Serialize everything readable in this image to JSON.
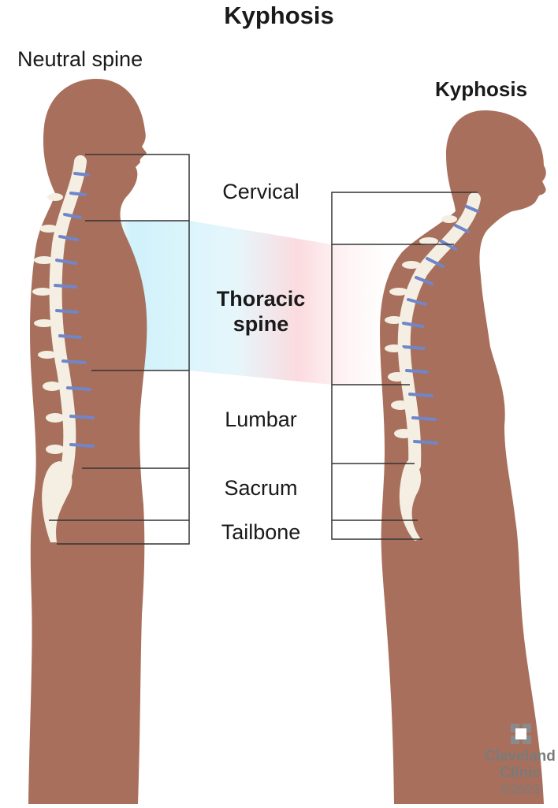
{
  "title": "Kyphosis",
  "figures": {
    "left_label": "Neutral spine",
    "right_label": "Kyphosis"
  },
  "regions": {
    "cervical": "Cervical",
    "thoracic_line1": "Thoracic",
    "thoracic_line2": "spine",
    "lumbar": "Lumbar",
    "sacrum": "Sacrum",
    "tailbone": "Tailbone"
  },
  "logo": {
    "line1": "Cleveland",
    "line2": "Clinic",
    "copyright": "©2023"
  },
  "colors": {
    "skin": "#a8705c",
    "bone": "#f4efe2",
    "disc": "#6f86c9",
    "gradient_blue": "#c8f0fb",
    "gradient_pink": "#fbd7db",
    "logo_gray": "#7a7a7a"
  }
}
